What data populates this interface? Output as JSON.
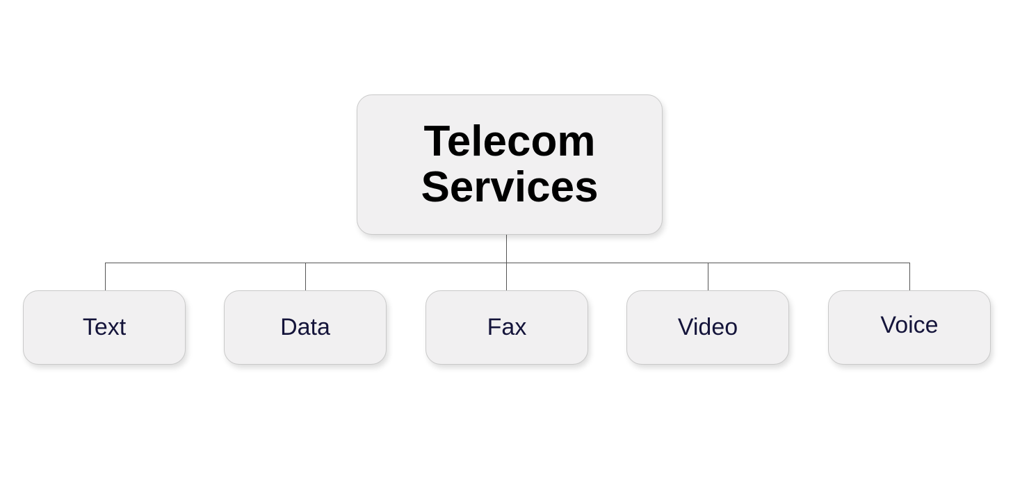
{
  "root": {
    "line1": "Telecom",
    "line2": "Services"
  },
  "children": [
    {
      "label": "Text"
    },
    {
      "label": "Data"
    },
    {
      "label": "Fax"
    },
    {
      "label": "Video"
    },
    {
      "label": "Voice"
    }
  ]
}
